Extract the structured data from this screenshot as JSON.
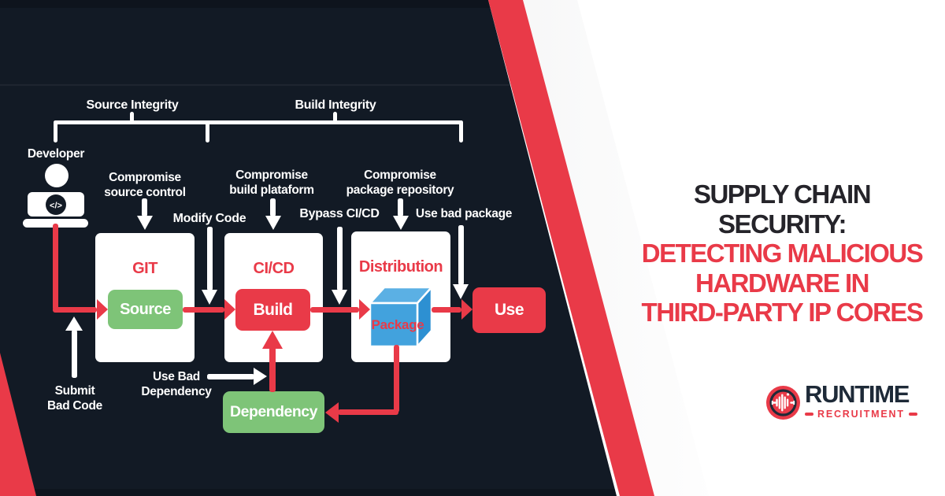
{
  "title": {
    "line1": "SUPPLY CHAIN",
    "line2": "SECURITY:",
    "line3": "DETECTING MALICIOUS",
    "line4": "HARDWARE IN",
    "line5": "THIRD-PARTY IP CORES"
  },
  "brand": {
    "name": "RUNTIME",
    "tagline": "RECRUITMENT"
  },
  "diagram": {
    "brackets": {
      "source_integrity": "Source Integrity",
      "build_integrity": "Build Integrity"
    },
    "developer": {
      "label": "Developer",
      "code_glyph": "</>"
    },
    "threats": {
      "compromise_source_line1": "Compromise",
      "compromise_source_line2": "source control",
      "modify_code": "Modify Code",
      "compromise_build_line1": "Compromise",
      "compromise_build_line2": "build plataform",
      "bypass_cicd": "Bypass CI/CD",
      "compromise_package_line1": "Compromise",
      "compromise_package_line2": "package repository",
      "use_bad_package": "Use bad package",
      "submit_bad_code_line1": "Submit",
      "submit_bad_code_line2": "Bad Code",
      "use_bad_dependency_line1": "Use Bad",
      "use_bad_dependency_line2": "Dependency"
    },
    "stages": {
      "git_header": "GIT",
      "cicd_header": "CI/CD",
      "distribution_header": "Distribution",
      "source_node": "Source",
      "build_node": "Build",
      "package_node": "Package",
      "use_node": "Use",
      "dependency_node": "Dependency"
    }
  },
  "icons": {
    "developer": "person-at-laptop-icon",
    "package": "cube-icon",
    "logo": "dumbbell-soundwave-icon"
  },
  "colors": {
    "navy": "#121a25",
    "red": "#e93a48",
    "green": "#7ec478",
    "blue": "#42a2dd",
    "title_dark": "#25242a",
    "brand_navy": "#1e2a38",
    "white": "#ffffff"
  }
}
